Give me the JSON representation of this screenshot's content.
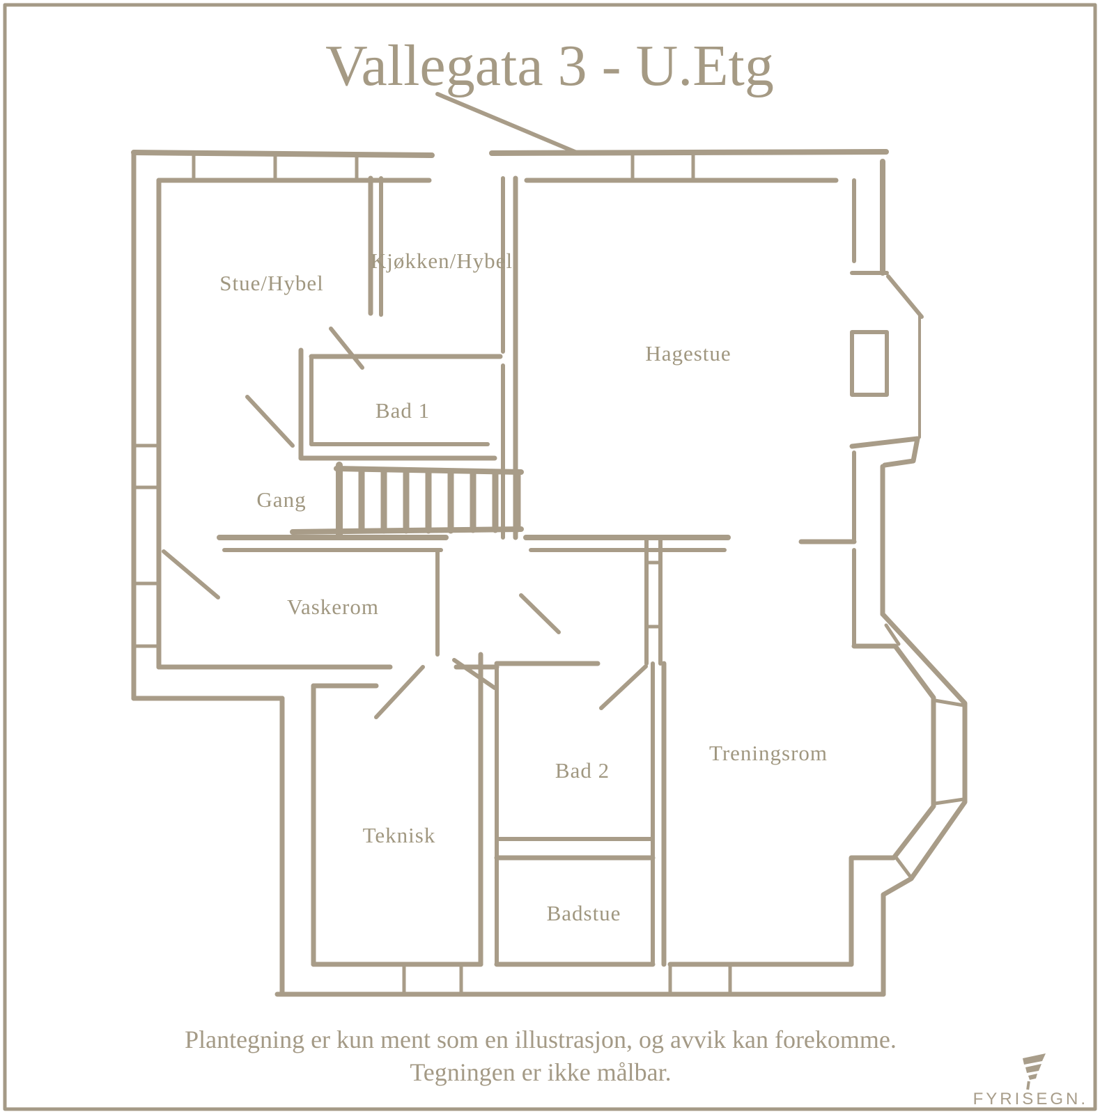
{
  "title": "Vallegata 3 - U.Etg",
  "colors": {
    "wall": "#a89c88",
    "label_text": "#a09780",
    "border": "#a49a86",
    "background": "#ffffff"
  },
  "rooms": [
    {
      "label": "Stue/Hybel"
    },
    {
      "label": "Kjøkken/Hybel"
    },
    {
      "label": "Hagestue"
    },
    {
      "label": "Bad 1"
    },
    {
      "label": "Gang"
    },
    {
      "label": "Vaskerom"
    },
    {
      "label": "Bad 2"
    },
    {
      "label": "Treningsrom"
    },
    {
      "label": "Teknisk"
    },
    {
      "label": "Badstue"
    }
  ],
  "footer": {
    "line1": "Plantegning er kun ment som en illustrasjon, og avvik kan forekomme.",
    "line2": "Tegningen er ikke målbar."
  },
  "logo": {
    "text": "FYRISEGN.",
    "icon": "flag-icon"
  }
}
